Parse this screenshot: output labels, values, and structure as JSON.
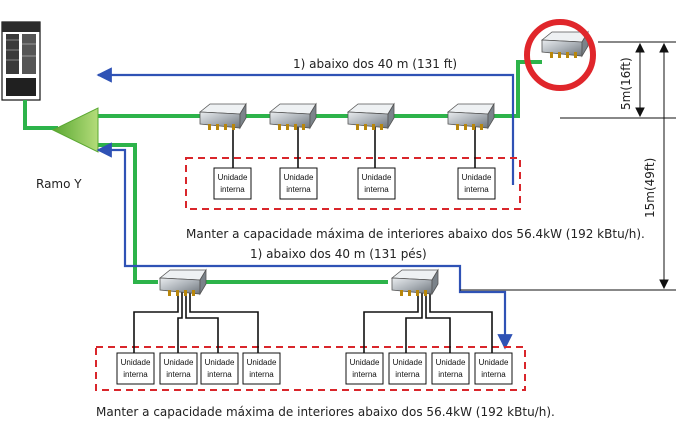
{
  "labels": {
    "y_branch": "Ramo Y",
    "upper_distance": "1) abaixo dos 40 m (131 ft)",
    "lower_distance": "1) abaixo dos 40 m (131 pés)",
    "upper_note": "Manter a capacidade máxima de interiores abaixo dos 56.4kW (192 kBtu/h).",
    "lower_note": "Manter a capacidade máxima de interiores abaixo dos 56.4kW (192 kBtu/h).",
    "height_5m": "5m(16ft)",
    "height_15m": "15m(49ft)"
  },
  "indoor_unit": {
    "line1": "Unidade",
    "line2": "interna"
  },
  "colors": {
    "pipe": "#2db34a",
    "arrow": "#2f52b5",
    "dashed_box": "#d9262b",
    "highlight_circle": "#e0262b",
    "y_branch": "#7fc241"
  },
  "groups": [
    {
      "id": "upper",
      "branch_boxes": 4,
      "indoor_units": 4
    },
    {
      "id": "lower",
      "branch_boxes": 2,
      "indoor_units": 8
    }
  ]
}
